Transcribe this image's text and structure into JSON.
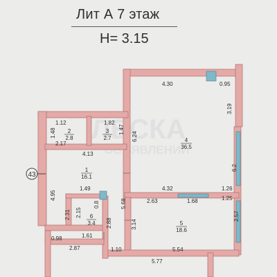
{
  "header": {
    "title": "Лит А  7 этаж",
    "height": "H= 3.15"
  },
  "watermark": {
    "line1": "ЛЕСКА",
    "line2": "ОБЪЯВЛЕНИЙ"
  },
  "axis_marker": "43",
  "dimensions": {
    "d_4_30": "4.30",
    "d_0_95": "0.95",
    "d_3_19": "3.19",
    "d_6_24": "6.24",
    "d_1_47": "1.47",
    "d_1_12": "1.12",
    "d_1_82": "1.82",
    "d_1_48": "1.48",
    "d_2_17": "2.17",
    "d_4_13": "4.13",
    "d_6_2": "6.2",
    "d_4_32": "4.32",
    "d_1_26": "1.26",
    "d_1_49": "1.49",
    "d_4_95": "4.95",
    "d_2_63": "2.63",
    "d_1_68": "1.68",
    "d_1_25": "1.25",
    "d_5_68": "5.68",
    "d_0_8": "0.8",
    "d_2_15": "2.15",
    "d_2_31": "2.31",
    "d_3_14": "3.14",
    "d_2_57": "2.57",
    "d_2_88": "2.88",
    "d_1_61": "1.61",
    "d_0_98": "0.98",
    "d_2_87": "2.87",
    "d_1_10": "1.10",
    "d_5_54": "5.54",
    "d_5_77": "5.77"
  },
  "rooms": [
    {
      "number": "1",
      "area": "16.1"
    },
    {
      "number": "2",
      "area": "2.8"
    },
    {
      "number": "3",
      "area": "2.7"
    },
    {
      "number": "4",
      "area": "36.5"
    },
    {
      "number": "5",
      "area": "18.6"
    },
    {
      "number": "6",
      "area": "3.4"
    }
  ],
  "colors": {
    "wall": "#e3aaa8",
    "wall_edge": "#b06b69",
    "window": "#7fb8c9",
    "background": "#ececea",
    "text": "#2b2b2b"
  }
}
